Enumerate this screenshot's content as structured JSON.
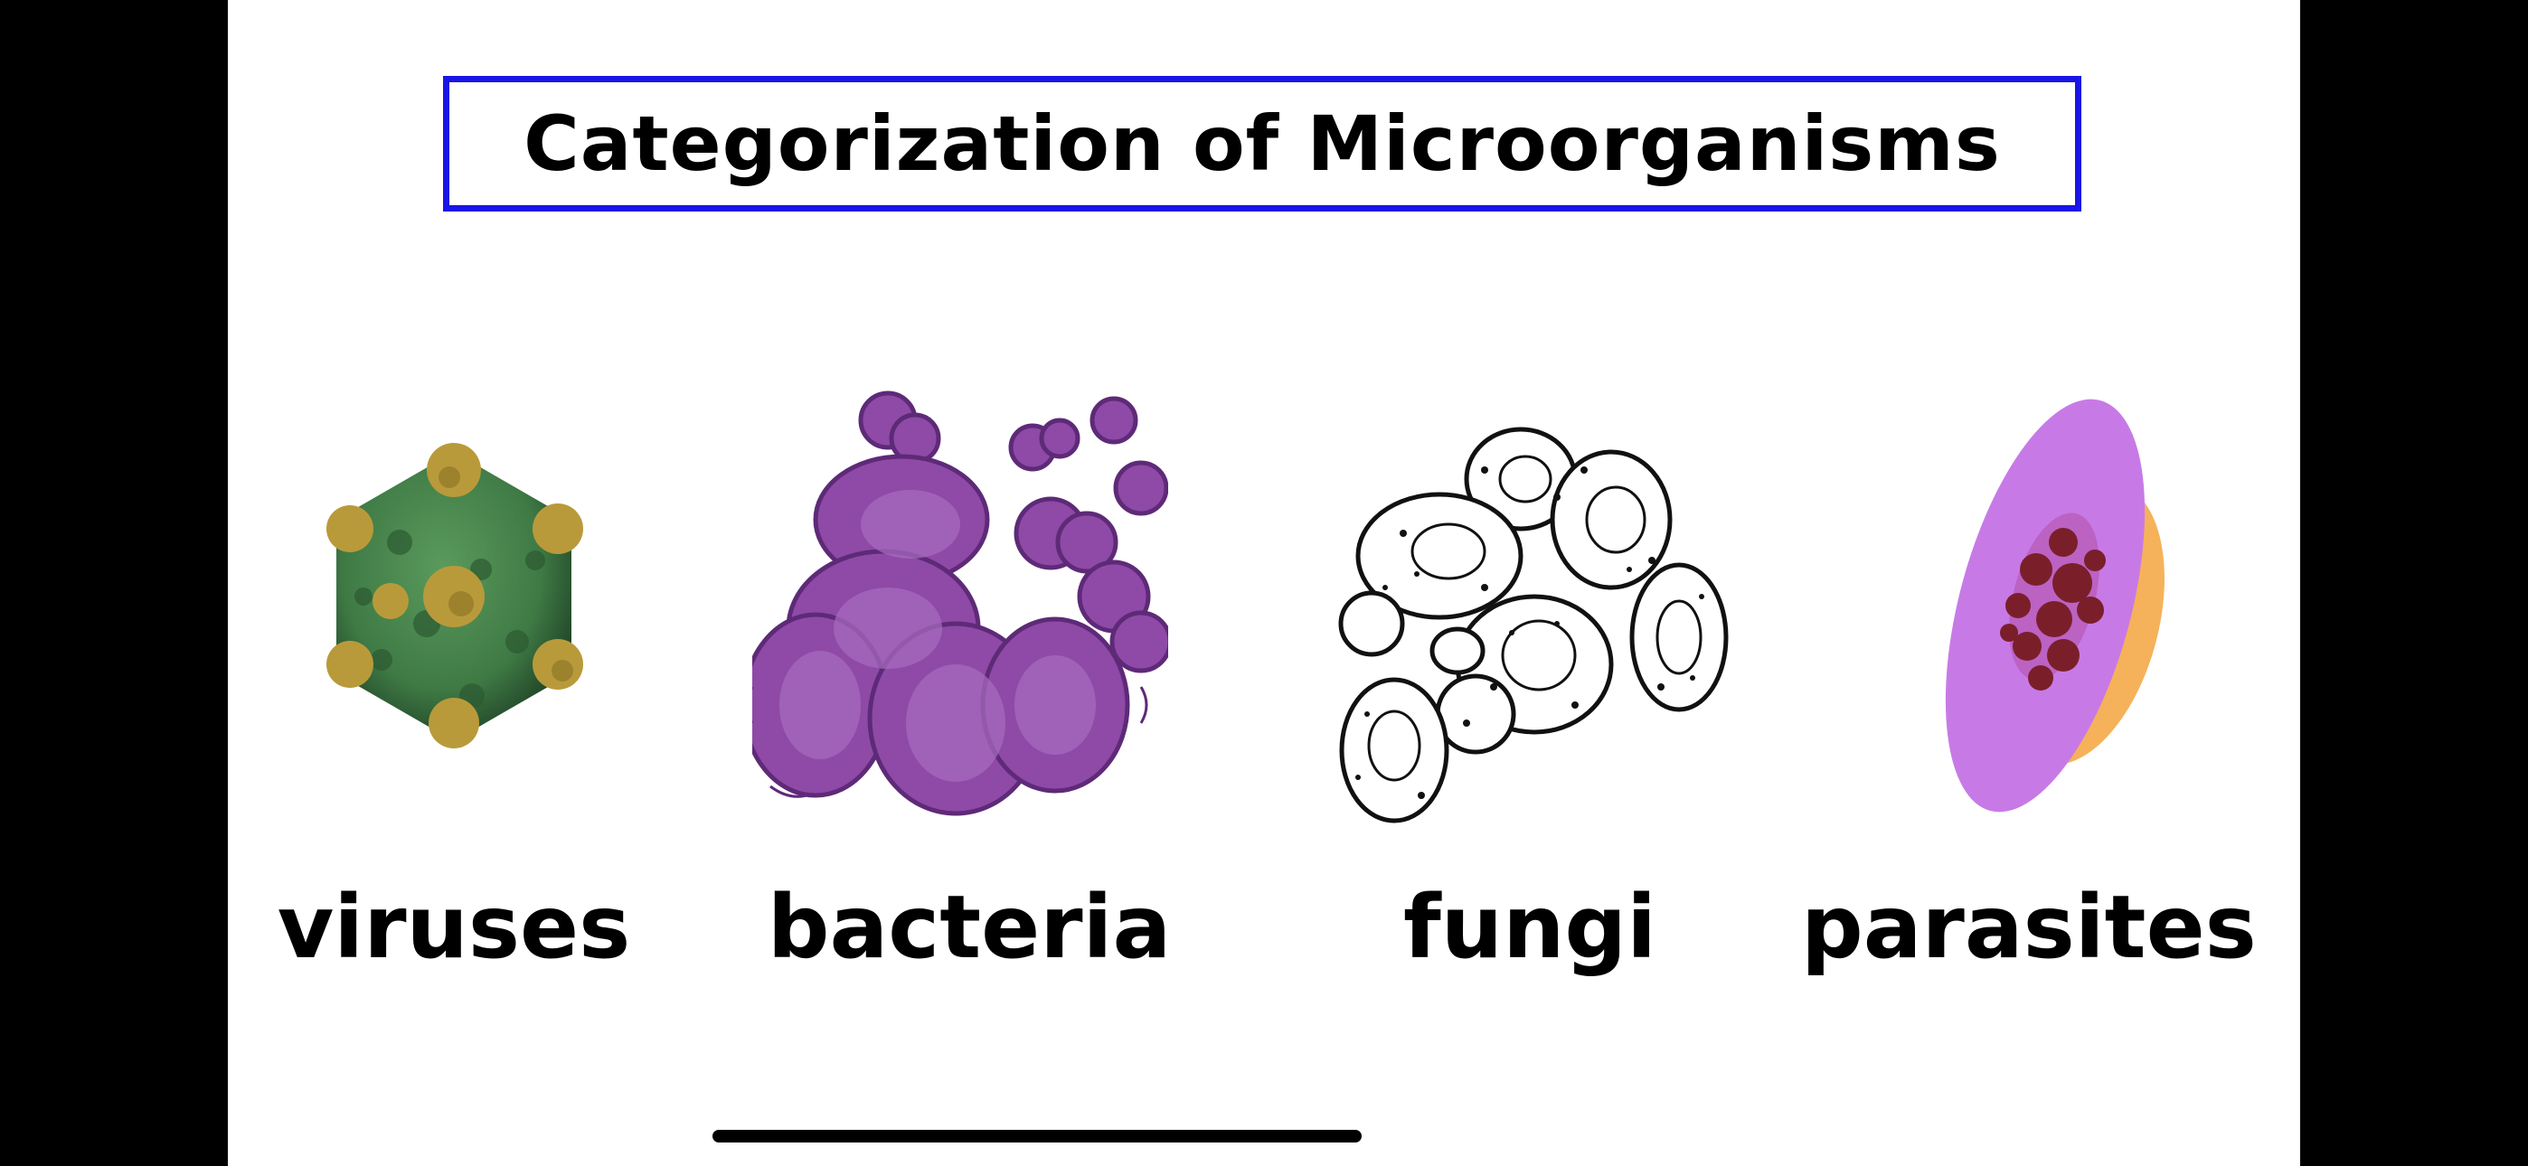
{
  "title": "Categorization of Microorganisms",
  "categories": [
    {
      "label": "viruses",
      "icon": "virus-icon"
    },
    {
      "label": "bacteria",
      "icon": "bacteria-icon"
    },
    {
      "label": "fungi",
      "icon": "fungi-icon"
    },
    {
      "label": "parasites",
      "icon": "parasite-icon"
    }
  ],
  "colors": {
    "title_border": "#1a14e6",
    "virus_green": "#3f7a45",
    "virus_gold": "#b99a3a",
    "bacteria_purple": "#8e4aa6",
    "parasite_violet": "#c77ae6",
    "parasite_orange": "#f5b25a",
    "parasite_nucleus": "#7a1f2a"
  }
}
